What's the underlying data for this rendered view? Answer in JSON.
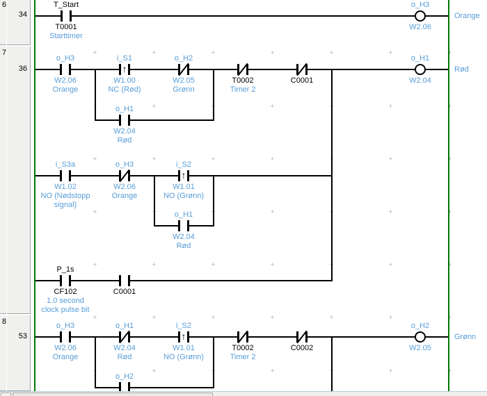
{
  "gutter": {
    "rung6_number": "6",
    "rung6_step": "34",
    "rung7_number": "7",
    "rung7_step": "36",
    "rung8_number": "8",
    "rung8_step": "53"
  },
  "rung6": {
    "c1": {
      "name": "T_Start",
      "addr": "T0001",
      "cmt": "Starttimer"
    },
    "coil": {
      "name": "o_H3",
      "addr": "W2.06"
    },
    "out_label": "Orange"
  },
  "rung7": {
    "r1c1": {
      "name": "o_H3",
      "addr": "W2.06",
      "cmt": "Orange"
    },
    "r1c2": {
      "name": "i_S1",
      "addr": "W1.00",
      "cmt": "NC (Rød)"
    },
    "r1c3": {
      "name": "o_H2",
      "addr": "W2.05",
      "cmt": "Grønn"
    },
    "r1c4": {
      "addr": "T0002",
      "cmt": "Timer 2"
    },
    "r1c5": {
      "addr": "C0001"
    },
    "coil": {
      "name": "o_H1",
      "addr": "W2.04"
    },
    "out_label": "Rød",
    "r2c1": {
      "name": "o_H1",
      "addr": "W2.04",
      "cmt": "Rød"
    },
    "r3c1": {
      "name": "i_S3a",
      "addr": "W1.02",
      "cmt": "NO (Nødstopp\nsignal)"
    },
    "r3c2": {
      "name": "o_H3",
      "addr": "W2.06",
      "cmt": "Orange"
    },
    "r3c3": {
      "name": "i_S2",
      "addr": "W1.01",
      "cmt": "NO (Grønn)"
    },
    "r4c1": {
      "name": "o_H1",
      "addr": "W2.04",
      "cmt": "Rød"
    },
    "r5c1": {
      "name": "P_1s",
      "addr": "CF102",
      "cmt": "1.0 second\nclock pulse bit"
    },
    "r5c2": {
      "addr": "C0001"
    }
  },
  "rung8": {
    "r1c1": {
      "name": "o_H3",
      "addr": "W2.06",
      "cmt": "Orange"
    },
    "r1c2": {
      "name": "o_H1",
      "addr": "W2.04",
      "cmt": "Rød"
    },
    "r1c3": {
      "name": "i_S2",
      "addr": "W1.01",
      "cmt": "NO (Grønn)"
    },
    "r1c4": {
      "addr": "T0002",
      "cmt": "Timer 2"
    },
    "r1c5": {
      "addr": "C0002"
    },
    "coil": {
      "name": "o_H2",
      "addr": "W2.05"
    },
    "out_label": "Grønn",
    "r2c1": {
      "name": "o_H2"
    }
  },
  "colors": {
    "rail_green": "#007800",
    "symbol_blue": "#579dd8"
  }
}
